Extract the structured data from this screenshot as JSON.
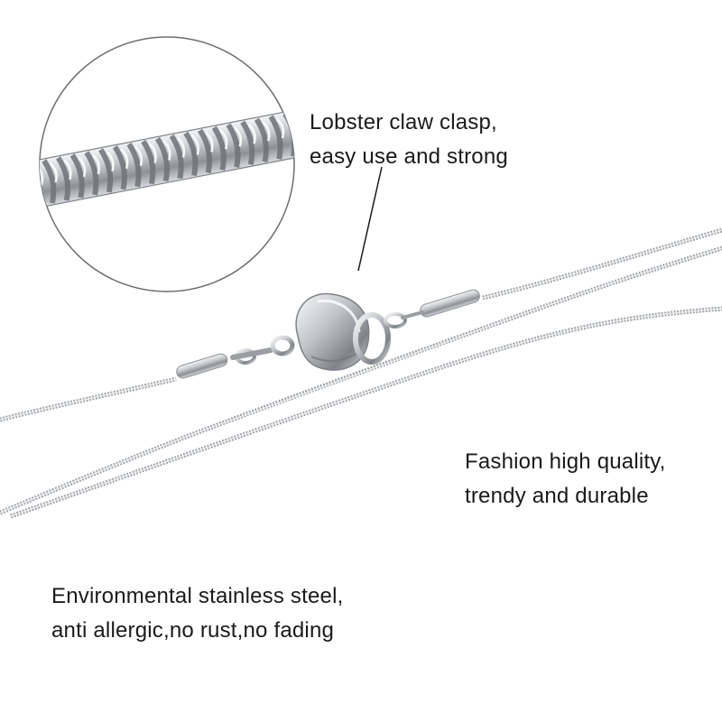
{
  "image": {
    "subject": "stainless steel snake chain necklace with lobster claw clasp",
    "background_color": "#ffffff",
    "text_color": "#1a1a1a",
    "metal_color": "#b9bcc0"
  },
  "captions": {
    "clasp": {
      "line1": "Lobster claw clasp,",
      "line2": "easy use and strong"
    },
    "quality": {
      "line1": "Fashion high quality,",
      "line2": "trendy and durable"
    },
    "steel": {
      "line1": "Environmental stainless steel,",
      "line2": "anti allergic,no rust,no fading"
    }
  }
}
